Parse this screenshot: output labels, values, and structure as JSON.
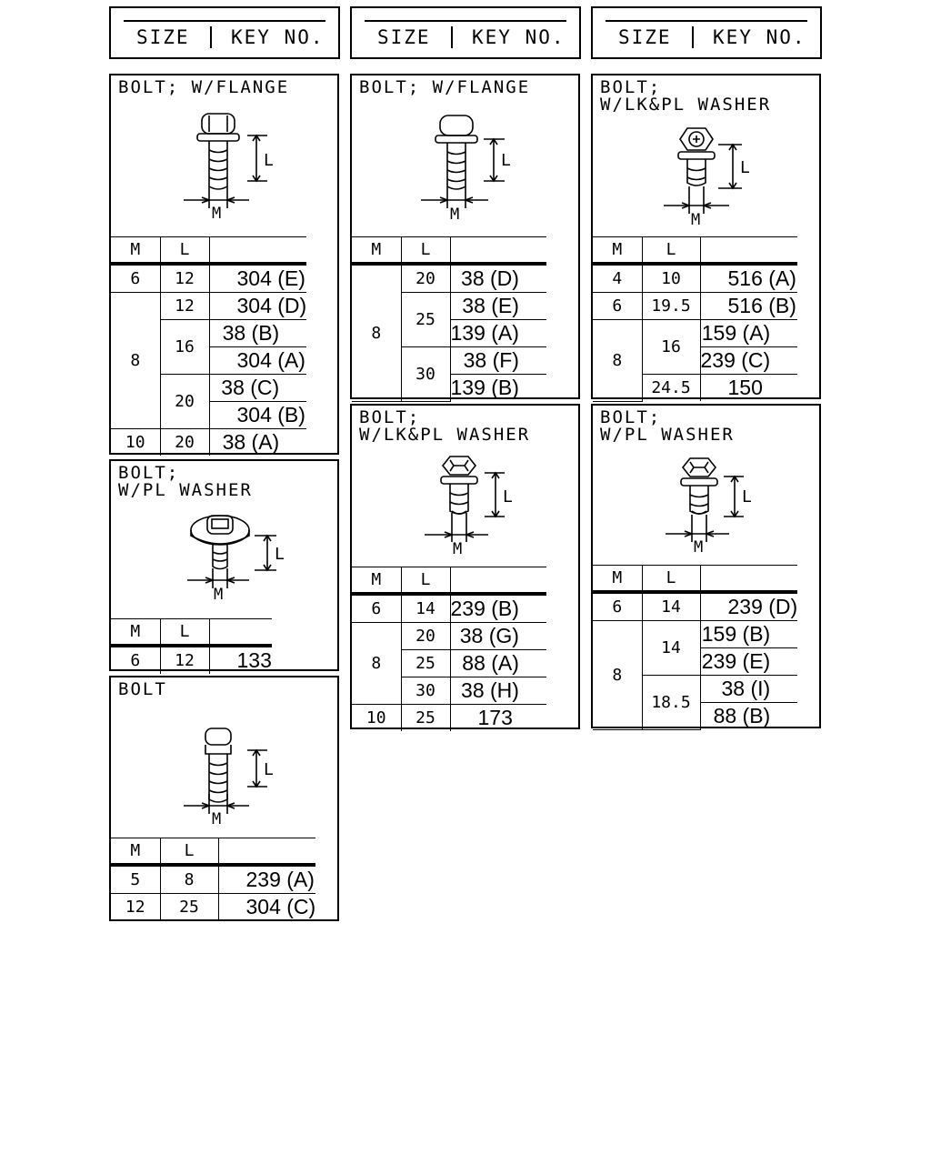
{
  "headers": [
    {
      "size": "SIZE",
      "key": "KEY NO."
    },
    {
      "size": "SIZE",
      "key": "KEY NO."
    },
    {
      "size": "SIZE",
      "key": "KEY NO."
    }
  ],
  "col_labels": {
    "m": "M",
    "l": "L"
  },
  "dim_labels": {
    "l": "L",
    "m": "M"
  },
  "panels": {
    "flange1": {
      "title": "BOLT; W/FLANGE",
      "rows": [
        {
          "m": "6",
          "l": "12",
          "k": "304 (E)"
        },
        {
          "m": "8",
          "l": "12",
          "k": "304 (D)"
        },
        {
          "l": "16",
          "k": "38 (B)"
        },
        {
          "k": "304 (A)"
        },
        {
          "l": "20",
          "k": "38 (C)"
        },
        {
          "k": "304 (B)"
        },
        {
          "m": "10",
          "l": "20",
          "k": "38 (A)"
        }
      ]
    },
    "plwasher1": {
      "title": "BOLT;\nW/PL WASHER",
      "rows": [
        {
          "m": "6",
          "l": "12",
          "k": "133"
        }
      ]
    },
    "bolt": {
      "title": "BOLT",
      "rows": [
        {
          "m": "5",
          "l": "8",
          "k": "239 (A)"
        },
        {
          "m": "12",
          "l": "25",
          "k": "304 (C)"
        }
      ]
    },
    "flange2": {
      "title": "BOLT; W/FLANGE",
      "rows": [
        {
          "m": "8",
          "l": "20",
          "k": "38 (D)"
        },
        {
          "l": "25",
          "k": "38 (E)"
        },
        {
          "k": "139 (A)"
        },
        {
          "l": "30",
          "k": "38 (F)"
        },
        {
          "k": "139 (B)"
        }
      ]
    },
    "lkpl2": {
      "title": "BOLT;\nW/LK&PL WASHER",
      "rows": [
        {
          "m": "6",
          "l": "14",
          "k": "239 (B)"
        },
        {
          "m": "8",
          "l": "20",
          "k": "38 (G)"
        },
        {
          "l": "25",
          "k": "88 (A)"
        },
        {
          "l": "30",
          "k": "38 (H)"
        },
        {
          "m": "10",
          "l": "25",
          "k": "173"
        }
      ]
    },
    "lkpl3": {
      "title": "BOLT;\nW/LK&PL WASHER",
      "rows": [
        {
          "m": "4",
          "l": "10",
          "k": "516 (A)"
        },
        {
          "m": "6",
          "l": "19.5",
          "k": "516 (B)"
        },
        {
          "m": "8",
          "l": "16",
          "k": "159 (A)"
        },
        {
          "k": "239 (C)"
        },
        {
          "l": "24.5",
          "k": "150"
        }
      ]
    },
    "plwasher3": {
      "title": "BOLT;\nW/PL WASHER",
      "rows": [
        {
          "m": "6",
          "l": "14",
          "k": "239 (D)"
        },
        {
          "m": "8",
          "l": "14",
          "k": "159 (B)"
        },
        {
          "k": "239 (E)"
        },
        {
          "l": "18.5",
          "k": "38 (I)"
        },
        {
          "k": "88 (B)"
        }
      ]
    }
  }
}
